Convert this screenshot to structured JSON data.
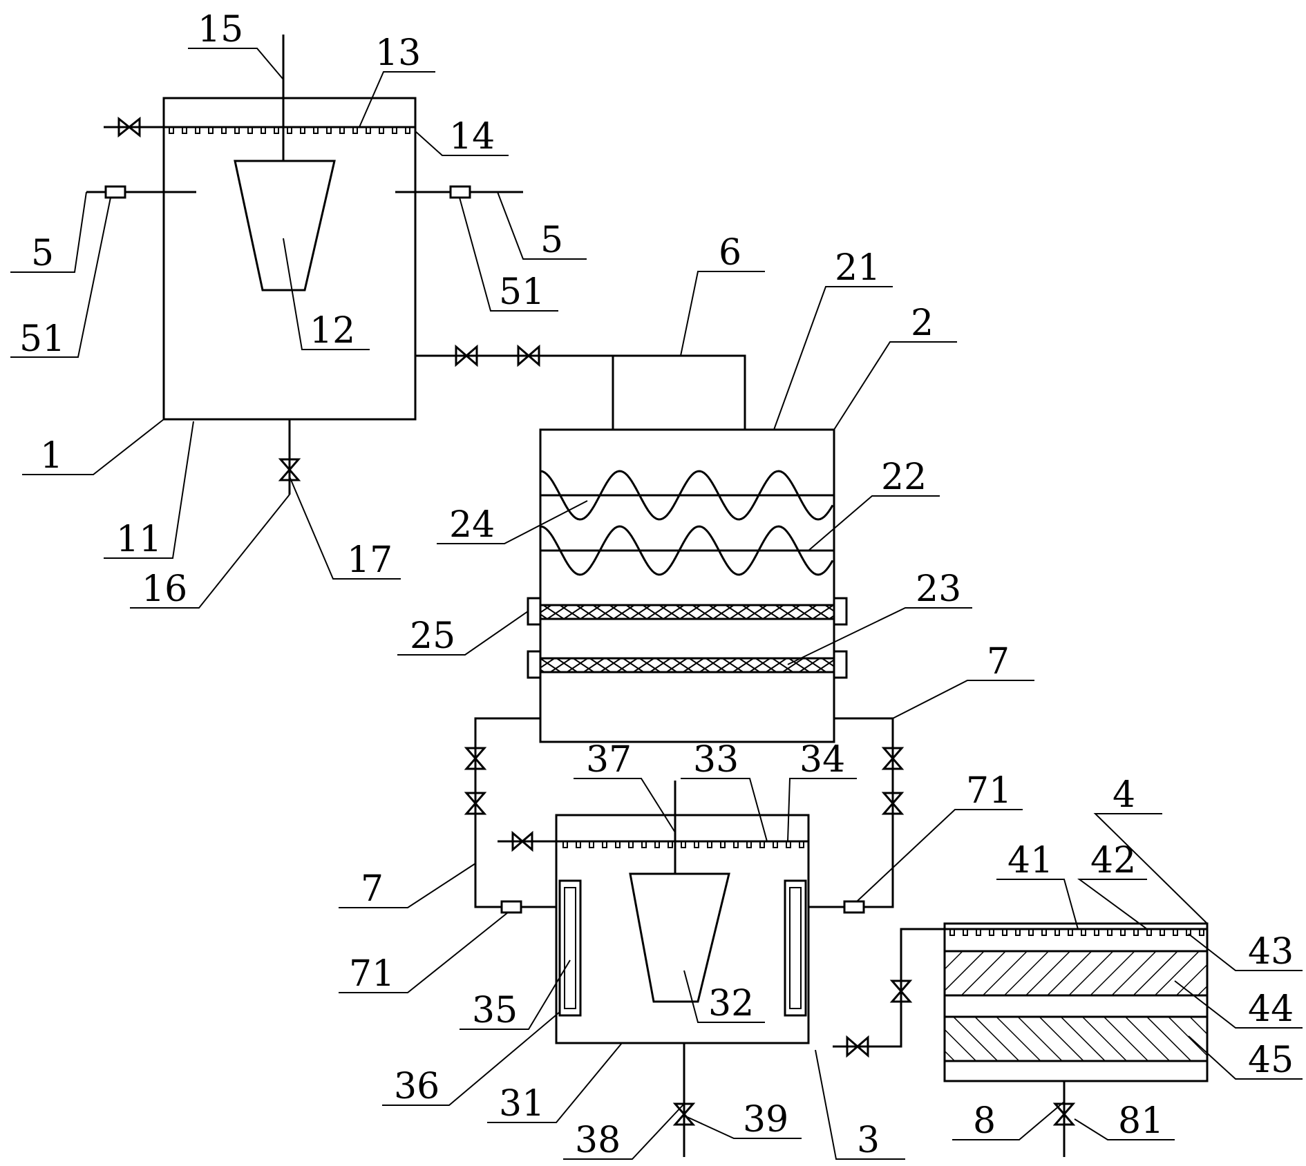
{
  "labels": {
    "l1": "1",
    "l2": "2",
    "l3": "3",
    "l4": "4",
    "l5a": "5",
    "l5b": "5",
    "l6": "6",
    "l7a": "7",
    "l7b": "7",
    "l8": "8",
    "l11": "11",
    "l12": "12",
    "l13": "13",
    "l14": "14",
    "l15": "15",
    "l16": "16",
    "l17": "17",
    "l21": "21",
    "l22": "22",
    "l23": "23",
    "l24": "24",
    "l25": "25",
    "l31": "31",
    "l32": "32",
    "l33": "33",
    "l34": "34",
    "l35": "35",
    "l36": "36",
    "l37": "37",
    "l38": "38",
    "l39": "39",
    "l41": "41",
    "l42": "42",
    "l43": "43",
    "l44": "44",
    "l45": "45",
    "l51a": "51",
    "l51b": "51",
    "l71a": "71",
    "l71b": "71",
    "l81": "81"
  }
}
